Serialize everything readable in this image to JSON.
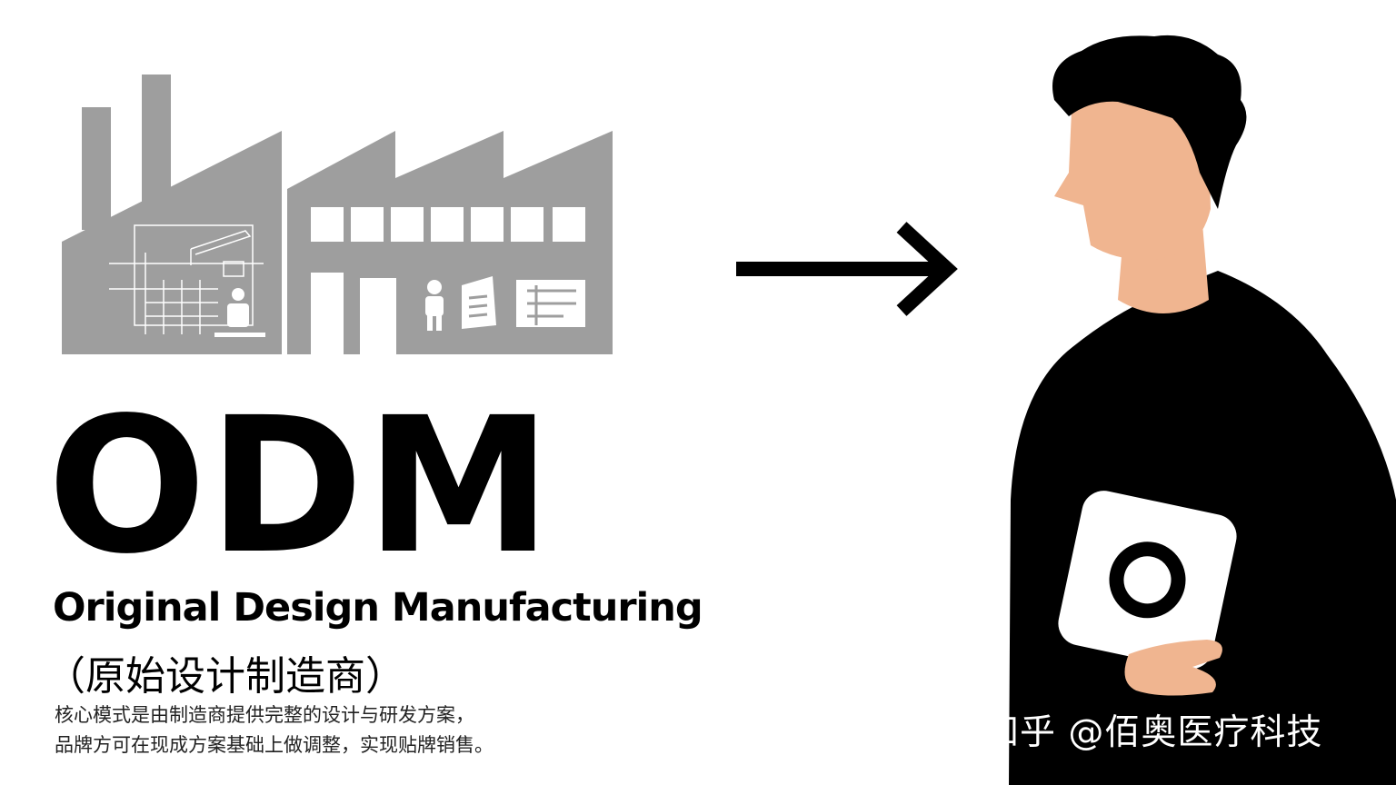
{
  "title": "ODM",
  "subtitle": "Original Design Manufacturing",
  "subtitle_cn": "（原始设计制造商）",
  "description": [
    "核心模式是由制造商提供完整的设计与研发方案，",
    "品牌方可在现成方案基础上做调整，实现贴牌销售。"
  ],
  "watermark": "知乎 @佰奥医疗科技",
  "colors": {
    "factory_gray": "#9e9e9e",
    "ink": "#000000",
    "skin": "#f0b590",
    "background": "#ffffff"
  },
  "icons": [
    "factory-icon",
    "arrow-right-icon",
    "person-illustration",
    "o-card-icon"
  ]
}
